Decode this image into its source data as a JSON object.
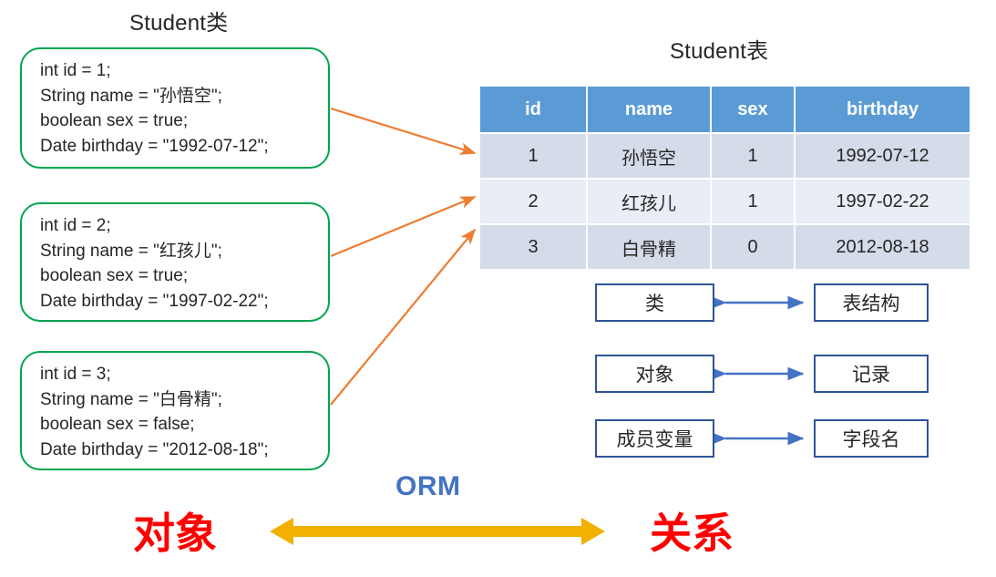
{
  "titles": {
    "class_side": "Student类",
    "table_side": "Student表"
  },
  "class_boxes": [
    {
      "name": "student-object-1",
      "lines": [
        "int id = 1;",
        "String name = \"孙悟空\";",
        "boolean sex = true;",
        "Date birthday = \"1992-07-12\";"
      ]
    },
    {
      "name": "student-object-2",
      "lines": [
        "int id = 2;",
        "String name = \"红孩儿\";",
        "boolean sex = true;",
        "Date birthday = \"1997-02-22\";"
      ]
    },
    {
      "name": "student-object-3",
      "lines": [
        "int id = 3;",
        "String name = \"白骨精\";",
        "boolean sex = false;",
        "Date birthday = \"2012-08-18\";"
      ]
    }
  ],
  "table": {
    "columns": [
      "id",
      "name",
      "sex",
      "birthday"
    ],
    "rows": [
      [
        "1",
        "孙悟空",
        "1",
        "1992-07-12"
      ],
      [
        "2",
        "红孩儿",
        "1",
        "1997-02-22"
      ],
      [
        "3",
        "白骨精",
        "0",
        "2012-08-18"
      ]
    ]
  },
  "mappings": [
    {
      "left": "类",
      "right": "表结构"
    },
    {
      "left": "对象",
      "right": "记录"
    },
    {
      "left": "成员变量",
      "right": "字段名"
    }
  ],
  "bottom": {
    "orm": "ORM",
    "left_label": "对象",
    "right_label": "关系"
  },
  "colors": {
    "class_box_border": "#00a550",
    "connector_arrow": "#ed7d31",
    "table_header_bg": "#5b9bd5",
    "table_row_odd": "#d4dcea",
    "table_row_even": "#e9edf5",
    "map_box_border": "#2e5496",
    "map_arrow": "#4472c4",
    "orm_text": "#4472c4",
    "big_red_text": "#ff0000",
    "gold_arrow": "#f2b000"
  }
}
